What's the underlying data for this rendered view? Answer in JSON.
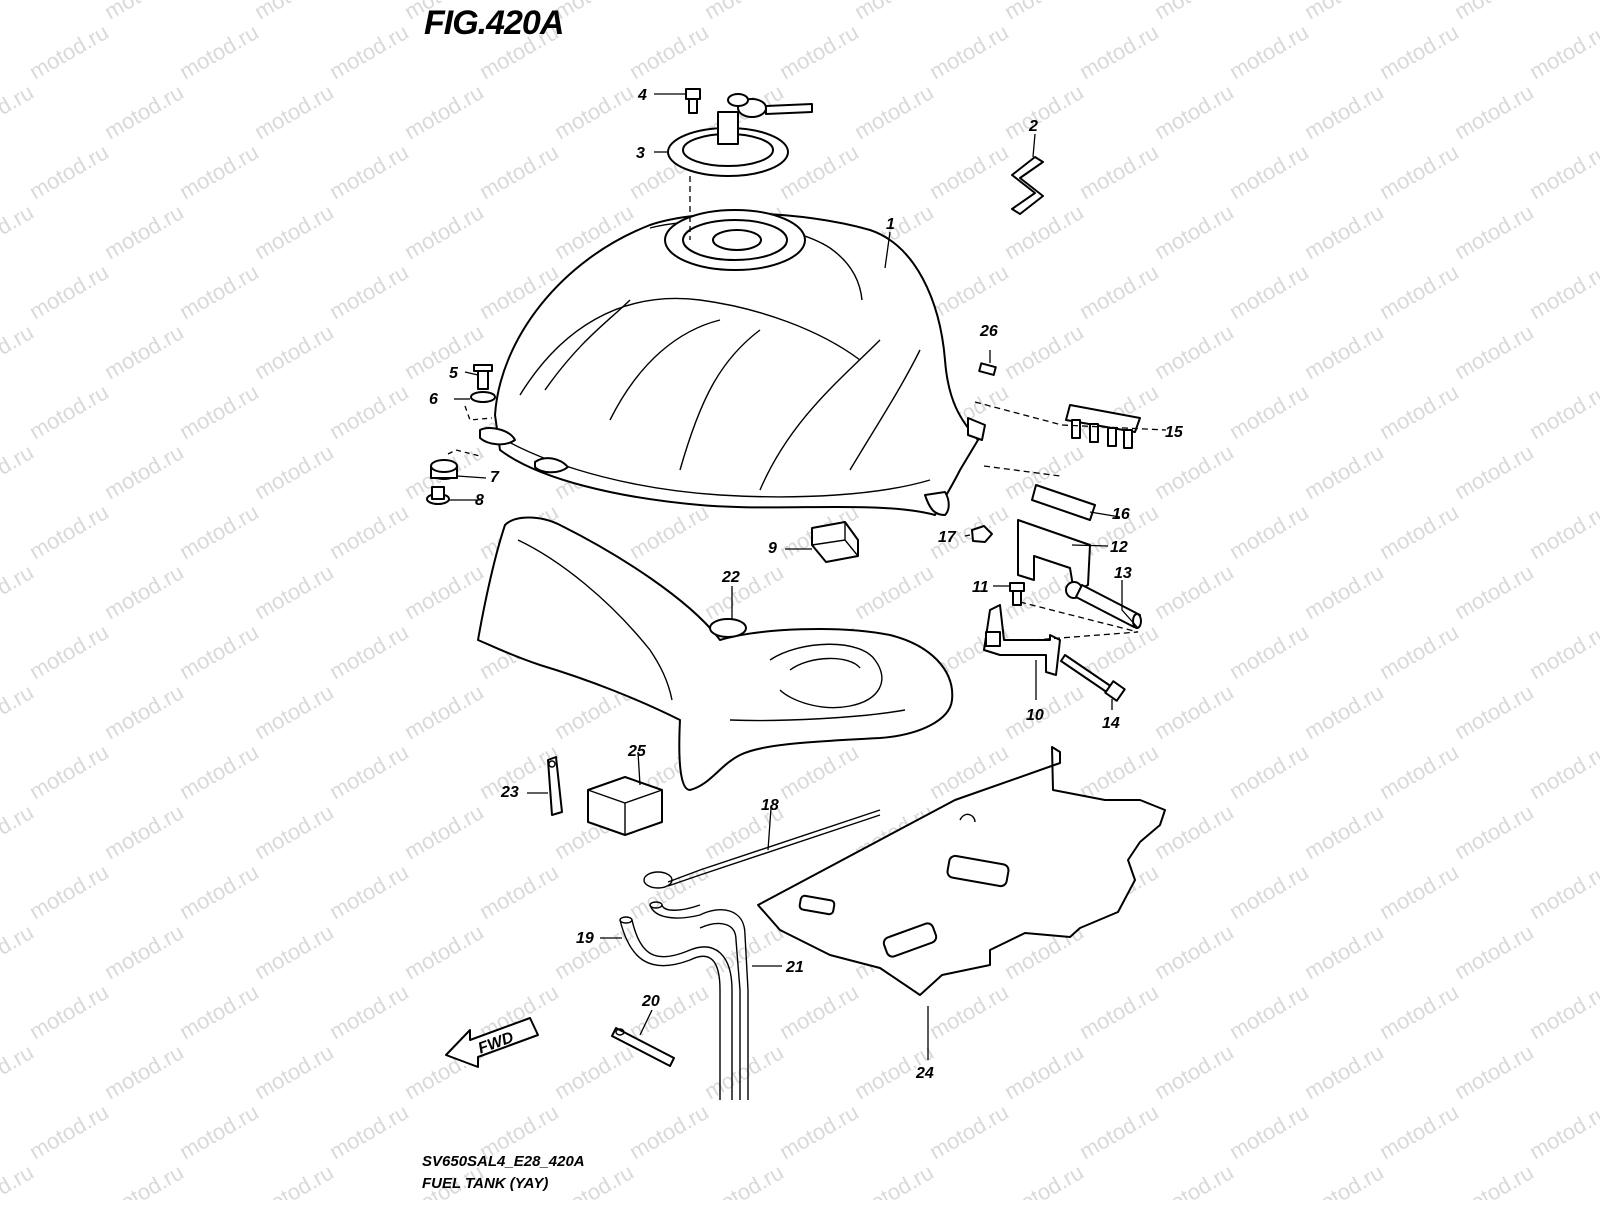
{
  "figure": {
    "title": "FIG.420A",
    "code": "SV650SAL4_E28_420A",
    "subtitle": "FUEL TANK (YAY)",
    "fwd_label": "FWD",
    "watermark_text": "motod.ru"
  },
  "callouts": [
    "1",
    "2",
    "3",
    "4",
    "5",
    "6",
    "7",
    "8",
    "9",
    "10",
    "11",
    "12",
    "13",
    "14",
    "15",
    "16",
    "17",
    "18",
    "19",
    "20",
    "21",
    "22",
    "23",
    "24",
    "25",
    "26"
  ]
}
